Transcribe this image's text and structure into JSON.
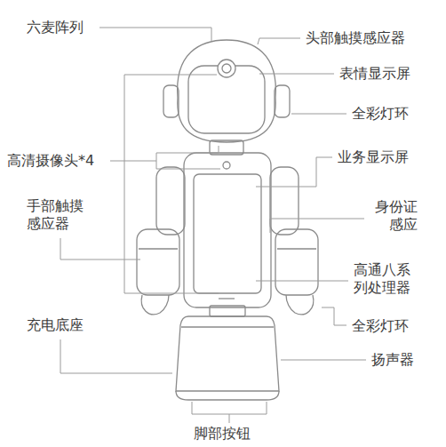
{
  "diagram": {
    "labels": [
      "六麦阵列",
      "头部触摸感应器",
      "表情显示屏",
      "全彩灯环",
      "高清摄像头*4",
      "业务显示屏",
      "手部触摸 感应器",
      "身份证 感应",
      "高通八系 列处理器",
      "充电底座",
      "全彩灯环",
      "扬声器",
      "脚部按钮"
    ]
  }
}
